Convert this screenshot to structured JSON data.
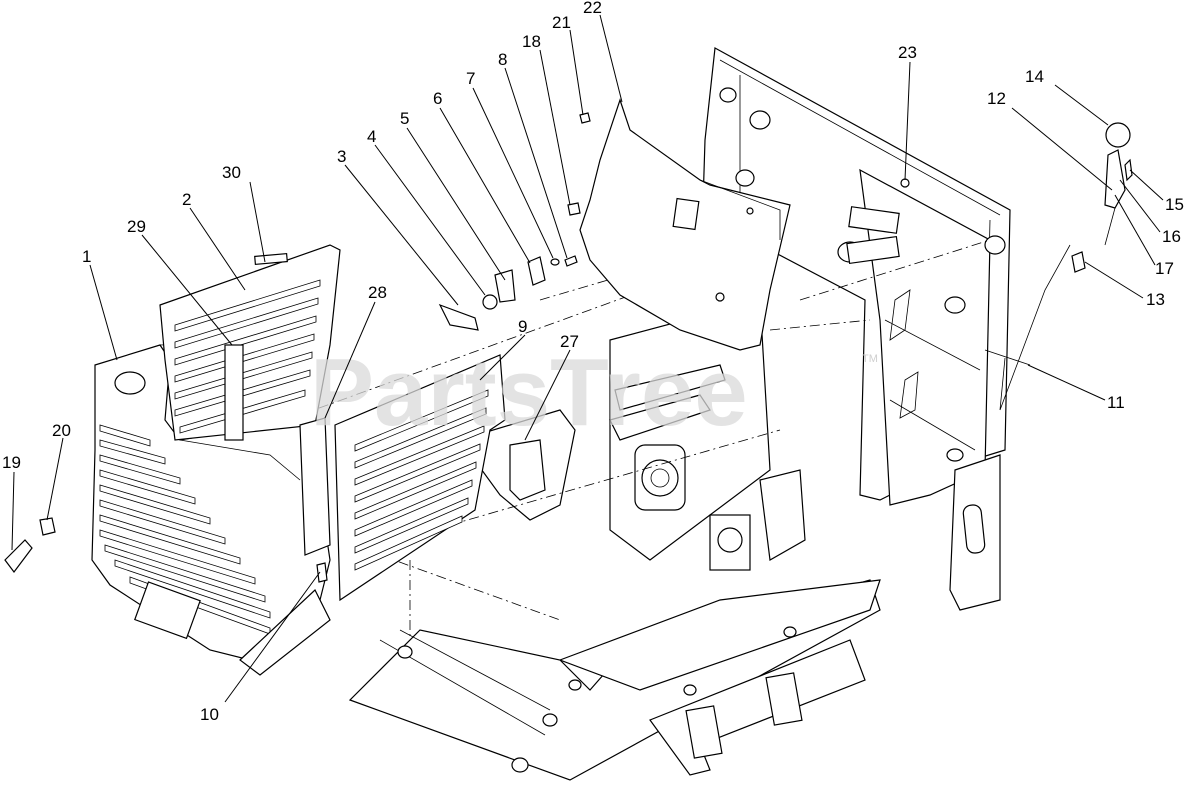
{
  "watermark": {
    "text": "PartsTree",
    "tm": "TM"
  },
  "callouts": [
    {
      "id": "c1",
      "label": "1"
    },
    {
      "id": "c2",
      "label": "2"
    },
    {
      "id": "c3",
      "label": "3"
    },
    {
      "id": "c4",
      "label": "4"
    },
    {
      "id": "c5",
      "label": "5"
    },
    {
      "id": "c6",
      "label": "6"
    },
    {
      "id": "c7",
      "label": "7"
    },
    {
      "id": "c8",
      "label": "8"
    },
    {
      "id": "c9",
      "label": "9"
    },
    {
      "id": "c10",
      "label": "10"
    },
    {
      "id": "c11",
      "label": "11"
    },
    {
      "id": "c12",
      "label": "12"
    },
    {
      "id": "c13",
      "label": "13"
    },
    {
      "id": "c14",
      "label": "14"
    },
    {
      "id": "c15",
      "label": "15"
    },
    {
      "id": "c16",
      "label": "16"
    },
    {
      "id": "c17",
      "label": "17"
    },
    {
      "id": "c18",
      "label": "18"
    },
    {
      "id": "c19",
      "label": "19"
    },
    {
      "id": "c20",
      "label": "20"
    },
    {
      "id": "c21",
      "label": "21"
    },
    {
      "id": "c22",
      "label": "22"
    },
    {
      "id": "c23",
      "label": "23"
    },
    {
      "id": "c27",
      "label": "27"
    },
    {
      "id": "c28",
      "label": "28"
    },
    {
      "id": "c29",
      "label": "29"
    },
    {
      "id": "c30",
      "label": "30"
    }
  ]
}
